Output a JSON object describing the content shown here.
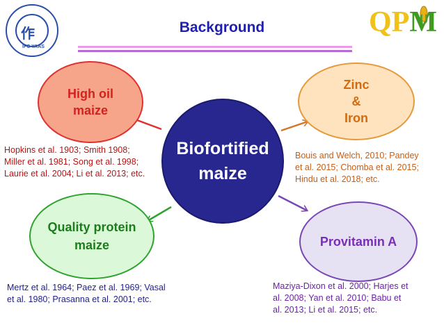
{
  "header": {
    "title": "Background",
    "logo_text": "IFC YAAS",
    "logo_mark": "作",
    "brand": {
      "q": "Q",
      "p": "P",
      "m": "M"
    }
  },
  "center": {
    "line1": "Biofortified",
    "line2": "maize"
  },
  "nodes": [
    {
      "id": "oil",
      "line1": "High oil",
      "line2": "maize",
      "line3": ""
    },
    {
      "id": "zinc",
      "line1": "Zinc",
      "line2": "&",
      "line3": "Iron"
    },
    {
      "id": "qpm",
      "line1": "Quality protein",
      "line2": "maize",
      "line3": ""
    },
    {
      "id": "vita",
      "line1": "Provitamin A",
      "line2": "",
      "line3": ""
    }
  ],
  "references": {
    "oil": [
      "Hopkins et al. 1903; Smith 1908;",
      "Miller et al. 1981; Song et al. 1998;",
      "Laurie et al. 2004; Li et al. 2013; etc."
    ],
    "zinc": [
      "Bouis and Welch, 2010; Pandey",
      "et al. 2015; Chomba et al. 2015;",
      "Hindu et al. 2018;  etc."
    ],
    "qpm": [
      "Mertz et al. 1964; Paez et al. 1969; Vasal",
      "et al. 1980; Prasanna  et al. 2001; etc."
    ],
    "vita": [
      "Maziya-Dixon et al. 2000; Harjes et",
      "al. 2008; Yan et al. 2010; Babu et",
      "al. 2013; Li et al. 2015; etc."
    ]
  },
  "colors": {
    "center_fill": "#27278f",
    "oil": "#e0312e",
    "zinc": "#e49a3a",
    "qpm": "#2fa32f",
    "vita": "#7a47b6"
  }
}
